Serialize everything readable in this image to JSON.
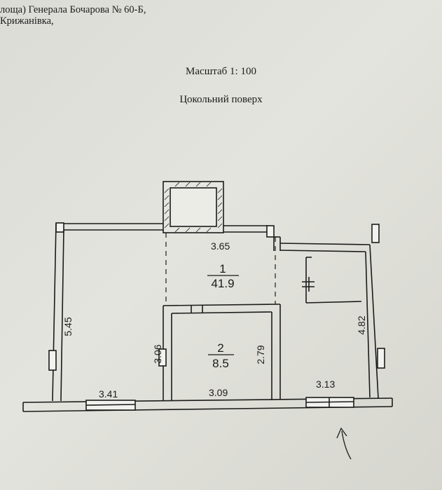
{
  "header": {
    "address_line1": "лоща) Генерала Бочарова № 60-Б,",
    "address_line2": "Крижанівка,",
    "scale_label": "Масштаб 1: 100",
    "floor_label": "Цокольний поверх"
  },
  "rooms": [
    {
      "number": "1",
      "area": "41.9"
    },
    {
      "number": "2",
      "area": "8.5"
    }
  ],
  "dimensions": {
    "top_inner": "3.65",
    "left_height": "5.45",
    "bottom_left": "3.41",
    "room2_left": "3.06",
    "room2_right": "2.79",
    "room2_bottom": "3.09",
    "right_height": "4.82",
    "bottom_right": "3.13"
  },
  "colors": {
    "ink": "#1b1b1b",
    "paper": "#e0e0da",
    "wall_fill": "#f2f2ee"
  }
}
